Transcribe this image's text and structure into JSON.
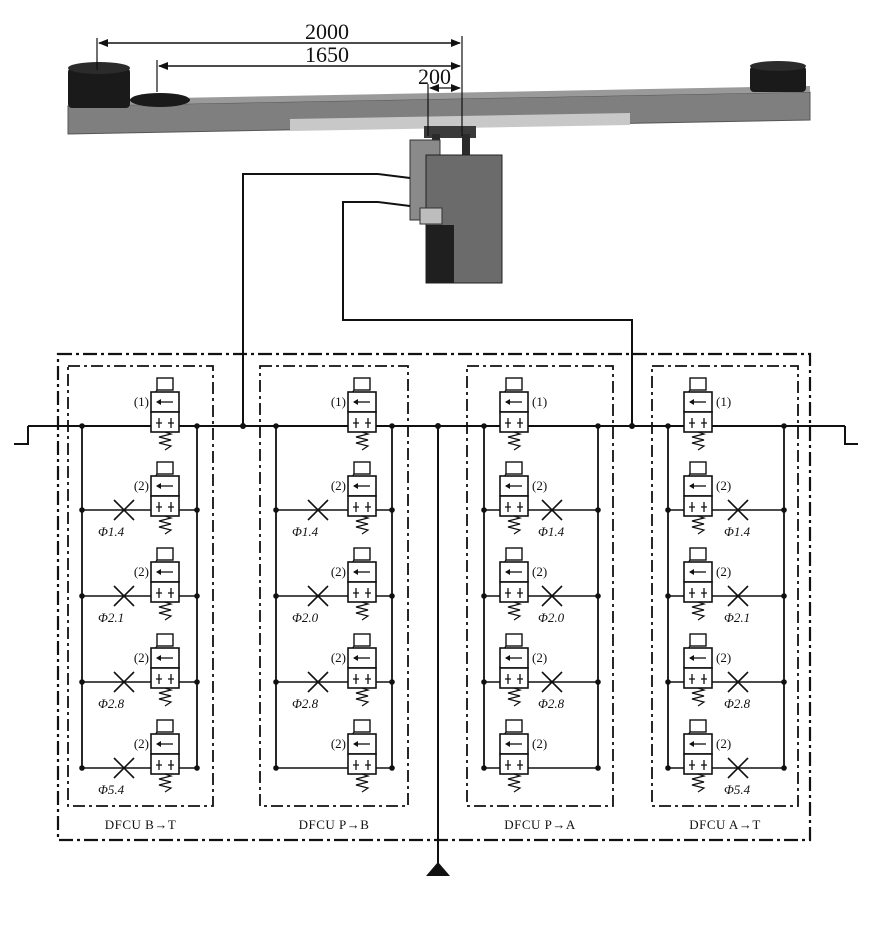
{
  "dimensions": {
    "d1": "2000",
    "d2": "1650",
    "d3": "200"
  },
  "units": [
    {
      "name": "DFCU B→T",
      "valves": [
        {
          "label": "(1)",
          "orifice": ""
        },
        {
          "label": "(2)",
          "orifice": "Φ1.4"
        },
        {
          "label": "(2)",
          "orifice": "Φ2.1"
        },
        {
          "label": "(2)",
          "orifice": "Φ2.8"
        },
        {
          "label": "(2)",
          "orifice": "Φ5.4"
        }
      ]
    },
    {
      "name": "DFCU P→B",
      "valves": [
        {
          "label": "(1)",
          "orifice": ""
        },
        {
          "label": "(2)",
          "orifice": "Φ1.4"
        },
        {
          "label": "(2)",
          "orifice": "Φ2.0"
        },
        {
          "label": "(2)",
          "orifice": "Φ2.8"
        },
        {
          "label": "(2)",
          "orifice": ""
        }
      ]
    },
    {
      "name": "DFCU P→A",
      "valves": [
        {
          "label": "(1)",
          "orifice": ""
        },
        {
          "label": "(2)",
          "orifice": "Φ1.4"
        },
        {
          "label": "(2)",
          "orifice": "Φ2.0"
        },
        {
          "label": "(2)",
          "orifice": "Φ2.8"
        },
        {
          "label": "(2)",
          "orifice": ""
        }
      ]
    },
    {
      "name": "DFCU A→T",
      "valves": [
        {
          "label": "(1)",
          "orifice": ""
        },
        {
          "label": "(2)",
          "orifice": "Φ1.4"
        },
        {
          "label": "(2)",
          "orifice": "Φ2.1"
        },
        {
          "label": "(2)",
          "orifice": "Φ2.8"
        },
        {
          "label": "(2)",
          "orifice": "Φ5.4"
        }
      ]
    }
  ],
  "colors": {
    "beam": "#7f7f7f",
    "beam_highlight": "#c8c8c8",
    "mass": "#1a1a1a",
    "cylinder": "#6b6b6b",
    "line": "#111111",
    "background": "#ffffff"
  }
}
